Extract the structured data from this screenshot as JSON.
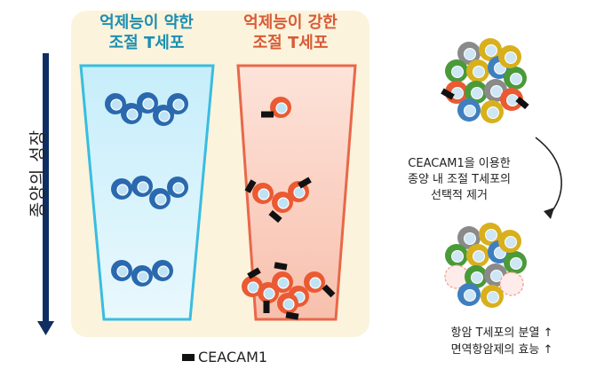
{
  "axis": {
    "label": "종양의 성장"
  },
  "columns": [
    {
      "header_line1": "억제능이 약한",
      "header_line2": "조절 T세포",
      "color": "#1c8fb2"
    },
    {
      "header_line1": "억제능이 강한",
      "header_line2": "조절 T세포",
      "color": "#d85b36"
    }
  ],
  "legend": {
    "label": "CEACAM1"
  },
  "process": {
    "line1": "CEACAM1을 이용한",
    "line2": "종양 내 조절 T세포의",
    "line3": "선택적 제거"
  },
  "result": {
    "line1": "항암 T세포의 분열 ↑",
    "line2": "면역항암제의 효능 ↑"
  },
  "colors": {
    "panel_bg": "#fbf3dc",
    "weak_fill": "#c9eef9",
    "weak_border": "#39bde0",
    "strong_fill": "#fbd4c6",
    "strong_border": "#e8684a",
    "blue_cell": "#2a69ae",
    "orange_cell": "#ea5a33",
    "arrow": "#0f2f63"
  }
}
